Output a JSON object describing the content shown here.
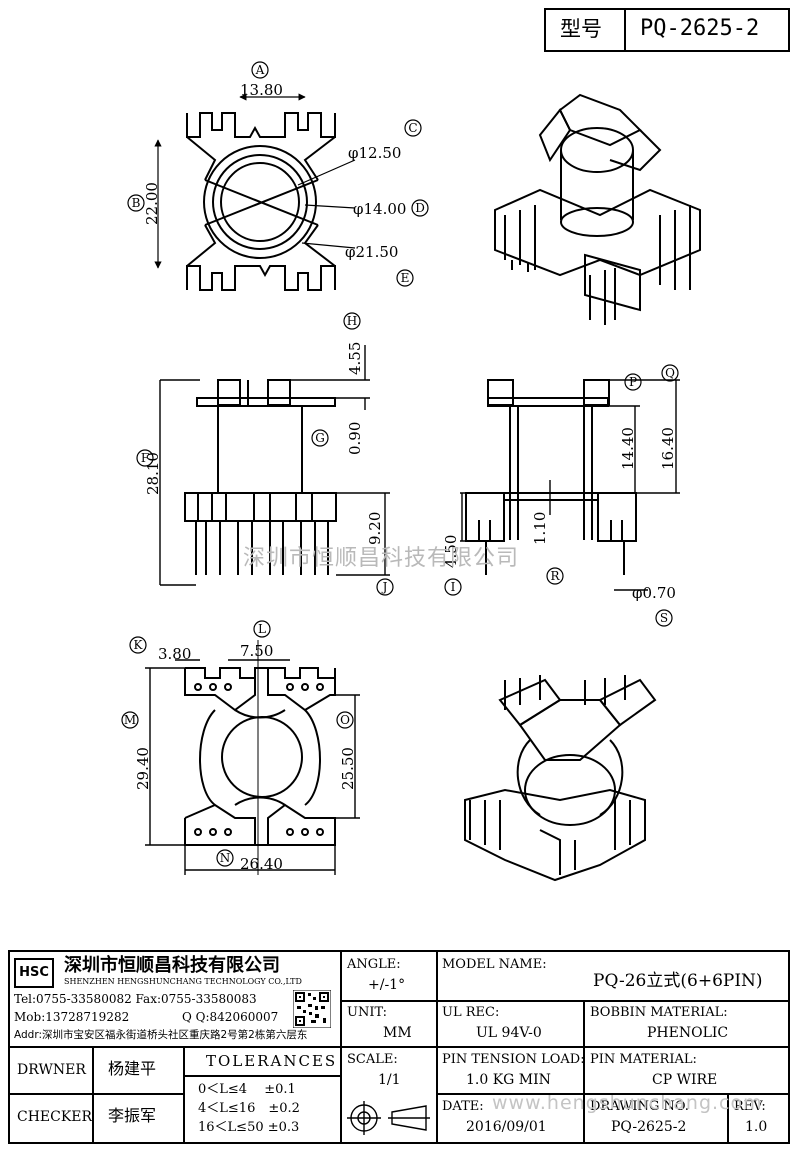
{
  "header": {
    "model_label": "型号",
    "model_no": "PQ-2625-2"
  },
  "dims": {
    "d13_80": "13.80",
    "d22_00": "22.00",
    "dia12_50": "φ12.50",
    "dia14_00": "φ14.00",
    "dia21_50": "φ21.50",
    "d4_55": "4.55",
    "d0_90": "0.90",
    "d28_10": "28.10",
    "d9_20": "9.20",
    "d14_40": "14.40",
    "d16_40": "16.40",
    "d4_50": "4.50",
    "d1_10": "1.10",
    "dia0_70": "φ0.70",
    "d3_80": "3.80",
    "d7_50": "7.50",
    "d29_40": "29.40",
    "d25_50": "25.50",
    "d26_40": "26.40"
  },
  "markers": {
    "A": "A",
    "B": "B",
    "C": "C",
    "D": "D",
    "E": "E",
    "F": "F",
    "G": "G",
    "H": "H",
    "I": "I",
    "J": "J",
    "K": "K",
    "L": "L",
    "M": "M",
    "N": "N",
    "O": "O",
    "P": "P",
    "Q": "Q",
    "R": "R",
    "S": "S"
  },
  "watermarks": {
    "center": "深圳市恒顺昌科技有限公司",
    "footer": "www.hengshunchang.com"
  },
  "company": {
    "logo_text": "HSC",
    "name_cn": "深圳市恒顺昌科技有限公司",
    "name_en": "SHENZHEN HENGSHUNCHANG TECHNOLOGY CO.,LTD",
    "tel_fax": "Tel:0755-33580082 Fax:0755-33580083",
    "mob": "Mob:13728719282",
    "qq": "Q Q:842060007",
    "addr": "Addr:深圳市宝安区福永街道桥头社区重庆路2号第2栋第六层东"
  },
  "people": {
    "drawer_label": "DRWNER",
    "drawer_name": "杨建平",
    "checker_label": "CHECKER",
    "checker_name": "李振军"
  },
  "tolerances": {
    "title": "TOLERANCES",
    "rows": [
      "0＜L≤4　 ±0.1",
      "4＜L≤16　±0.2",
      "16＜L≤50 ±0.3"
    ]
  },
  "specs": {
    "angle_label": "ANGLE:",
    "angle_value": "+/-1°",
    "unit_label": "UNIT:",
    "unit_value": "MM",
    "scale_label": "SCALE:",
    "scale_value": "1/1",
    "model_name_label": "MODEL NAME:",
    "model_name_value": "PQ-26立式(6+6PIN)",
    "ul_label": "UL REC:",
    "ul_value": "UL 94V-0",
    "bobbin_label": "BOBBIN MATERIAL:",
    "bobbin_value": "PHENOLIC",
    "tension_label": "PIN TENSION LOAD:",
    "tension_value": "1.0 KG MIN",
    "pin_label": "PIN MATERIAL:",
    "pin_value": "CP WIRE",
    "date_label": "DATE:",
    "date_value": "2016/09/01",
    "drawing_label": "DRAWING NO.",
    "drawing_value": "PQ-2625-2",
    "rev_label": "REV:",
    "rev_value": "1.0"
  }
}
